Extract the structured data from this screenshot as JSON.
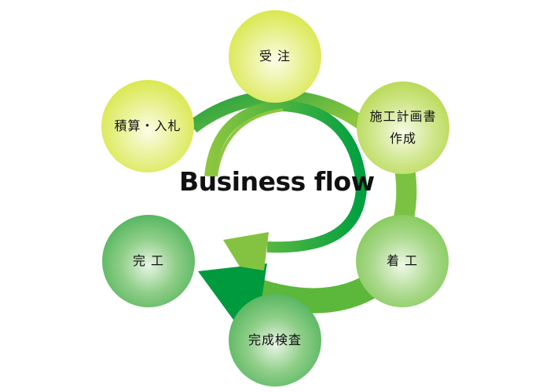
{
  "title": "Business flow",
  "steps": [
    {
      "label": "受 注"
    },
    {
      "label_line1": "施工計画書",
      "label_line2": "作成"
    },
    {
      "label": "着 工"
    },
    {
      "label": "完成検査"
    },
    {
      "label": "完 工"
    },
    {
      "label": "積算・入札"
    }
  ],
  "colors": {
    "dark_green": "#00a040",
    "light_green": "#8cc63f",
    "yellow_green": "#d4e21a"
  }
}
